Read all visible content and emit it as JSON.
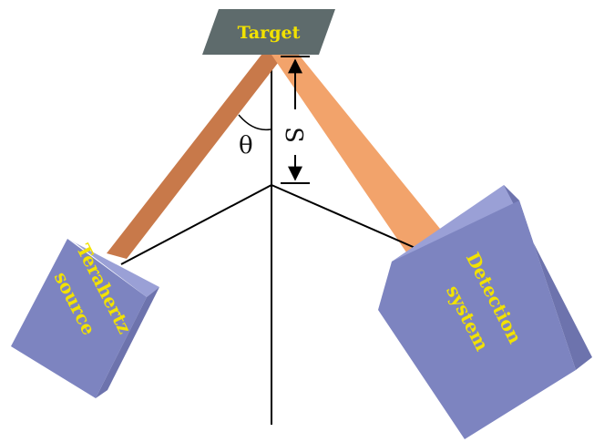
{
  "target": {
    "label": "Target"
  },
  "source": {
    "line1": "Terahertz",
    "line2": "source"
  },
  "detector": {
    "line1": "Detection",
    "line2": "system"
  },
  "symbols": {
    "angle": "θ",
    "separation": "S"
  },
  "colors": {
    "target_fill": "#5e6b6c",
    "incident_beam": "#c8794a",
    "reflected_beam": "#f2a36b",
    "box_front": "#7d84c0",
    "box_side": "#6d73ad",
    "box_top": "#9aa0d6",
    "label_yellow": "#f2e200",
    "line": "#000000"
  }
}
